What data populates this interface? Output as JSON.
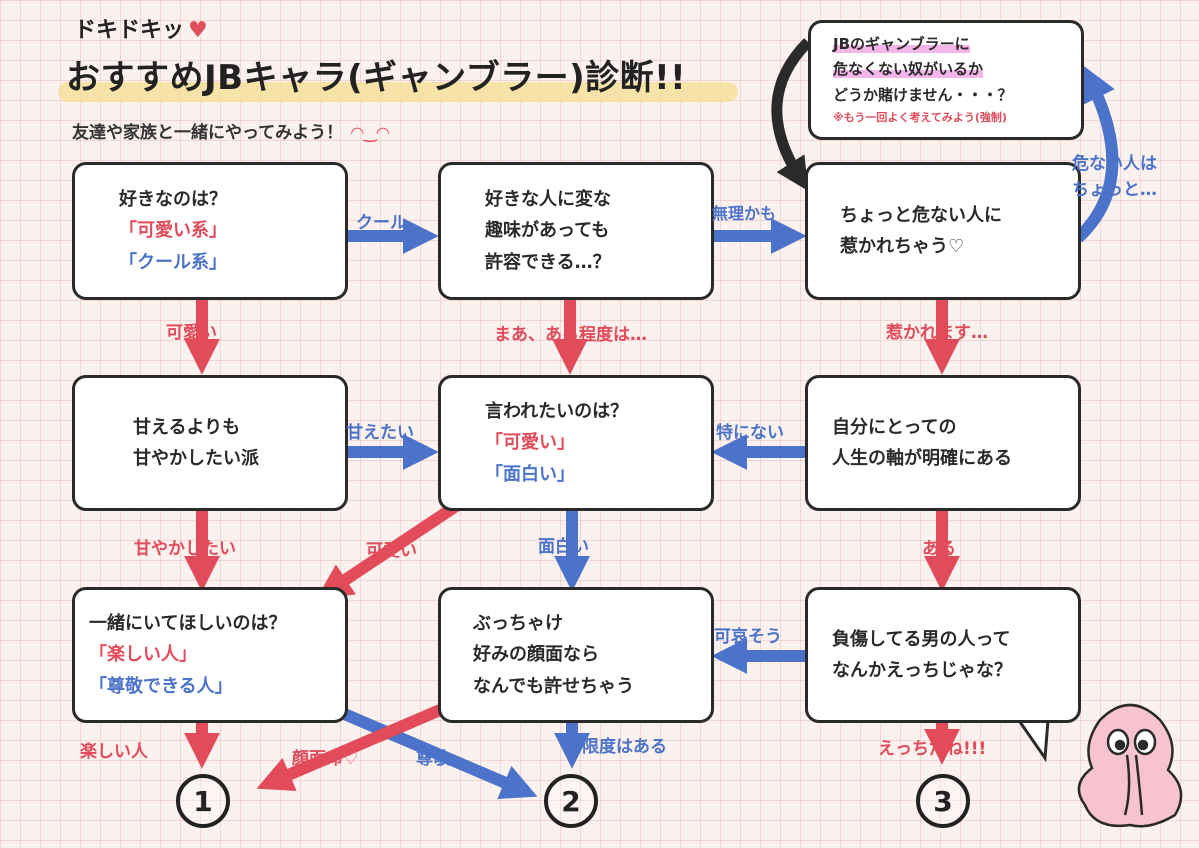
{
  "header": {
    "kicker": "ドキドキッ",
    "title": "おすすめJBキャラ(ギャンブラー)診断!!",
    "subtitle": "友達や家族と一緒にやってみよう！"
  },
  "nodes": {
    "q1": {
      "l1": "好きなのは？",
      "l2": "「可愛い系」",
      "l3": "「クール系」"
    },
    "q2": {
      "l1": "好きな人に変な",
      "l2": "趣味があっても",
      "l3": "許容できる…？"
    },
    "q3": {
      "l1": "ちょっと危ない人に",
      "l2": "惹かれちゃう♡"
    },
    "note": {
      "l1": "JBのギャンブラーに",
      "l2": "危なくない奴がいるか",
      "l3": "どうか賭けません・・・？",
      "l4": "※もう一回よく考えてみよう(強制)"
    },
    "q4": {
      "l1": "甘えるよりも",
      "l2": "甘やかしたい派"
    },
    "q5": {
      "l1": "言われたいのは？",
      "l2": "「可愛い」",
      "l3": "「面白い」"
    },
    "q6": {
      "l1": "自分にとっての",
      "l2": "人生の軸が明確にある"
    },
    "q7": {
      "l1": "一緒にいてほしいのは？",
      "l2": "「楽しい人」",
      "l3": "「尊敬できる人」"
    },
    "q8": {
      "l1": "ぶっちゃけ",
      "l2": "好みの顔面なら",
      "l3": "なんでも許せちゃう"
    },
    "q9": {
      "l1": "負傷してる男の人って",
      "l2": "なんかえっちじゃな？"
    }
  },
  "edges": {
    "cool": "クール",
    "muri": "無理かも",
    "abunai": "危ない人は\nちょっと…",
    "kawaii1": "可愛い",
    "maa": "まあ、ある程度は…",
    "hikare": "惹かれます…",
    "amaetai": "甘えたい",
    "tokuni": "特にない",
    "amayakashi": "甘やかしたい",
    "kawaii2": "可愛い",
    "omoshiroi": "面白い",
    "aru": "ある",
    "kawaisou": "可哀そう",
    "tanoshii": "楽しい人",
    "ganmen": "顔面命♡",
    "sonkei": "尊敬",
    "gendo": "限度はある",
    "ecchi": "えっちだね!!!"
  },
  "results": {
    "r1": "1",
    "r2": "2",
    "r3": "3"
  },
  "colors": {
    "red": "#e14b5a",
    "blue": "#4a73c9",
    "ink": "#2a2a2a",
    "highlight": "#f6df9a"
  }
}
